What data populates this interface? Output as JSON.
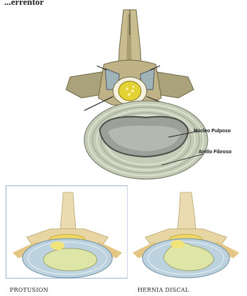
{
  "heading": "...errentor",
  "labels": {
    "nucleus": "Núcleo Pulposo",
    "annulus": "Anillo Fibroso"
  },
  "captions": {
    "left": "PROTUSION",
    "right": "HERNIA DISCAL"
  },
  "colors": {
    "bone": "#c8b98a",
    "bone_shade": "#8a7f56",
    "nucleus": "#d9dca0",
    "annulus": "#bcd3df",
    "cord": "#e3d233",
    "ligament": "#f0d868",
    "frame": "#9eb2d4"
  }
}
